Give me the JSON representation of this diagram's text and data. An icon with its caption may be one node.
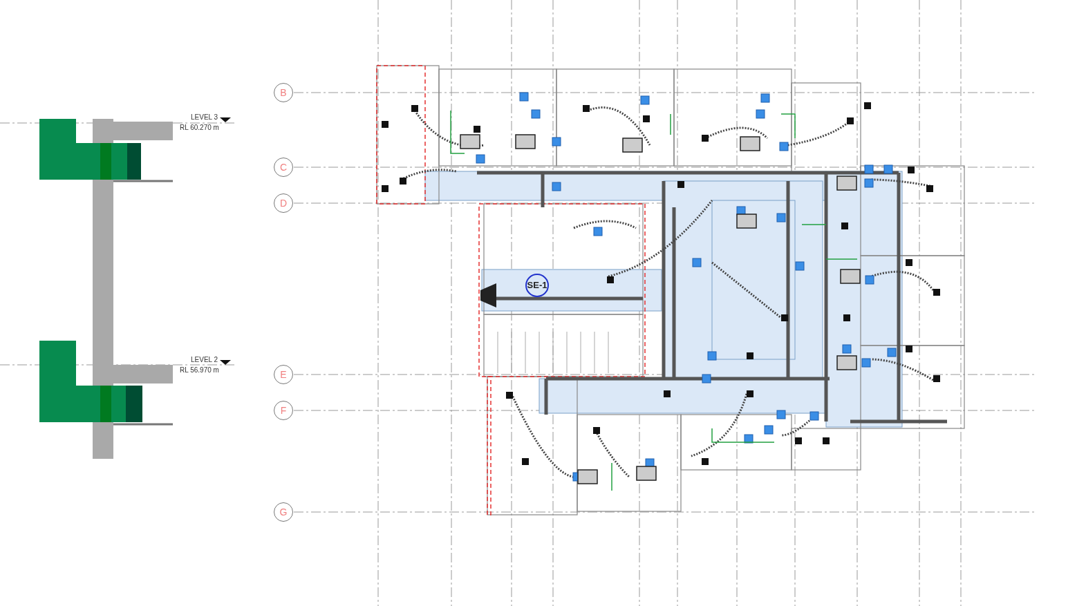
{
  "diagram": {
    "labels": [
      "LEVEL 3",
      "RL 60.270 m",
      "LEVEL 2",
      "RL 56.970 m",
      "B",
      "C",
      "D",
      "E",
      "F",
      "G",
      "SE-1"
    ]
  }
}
